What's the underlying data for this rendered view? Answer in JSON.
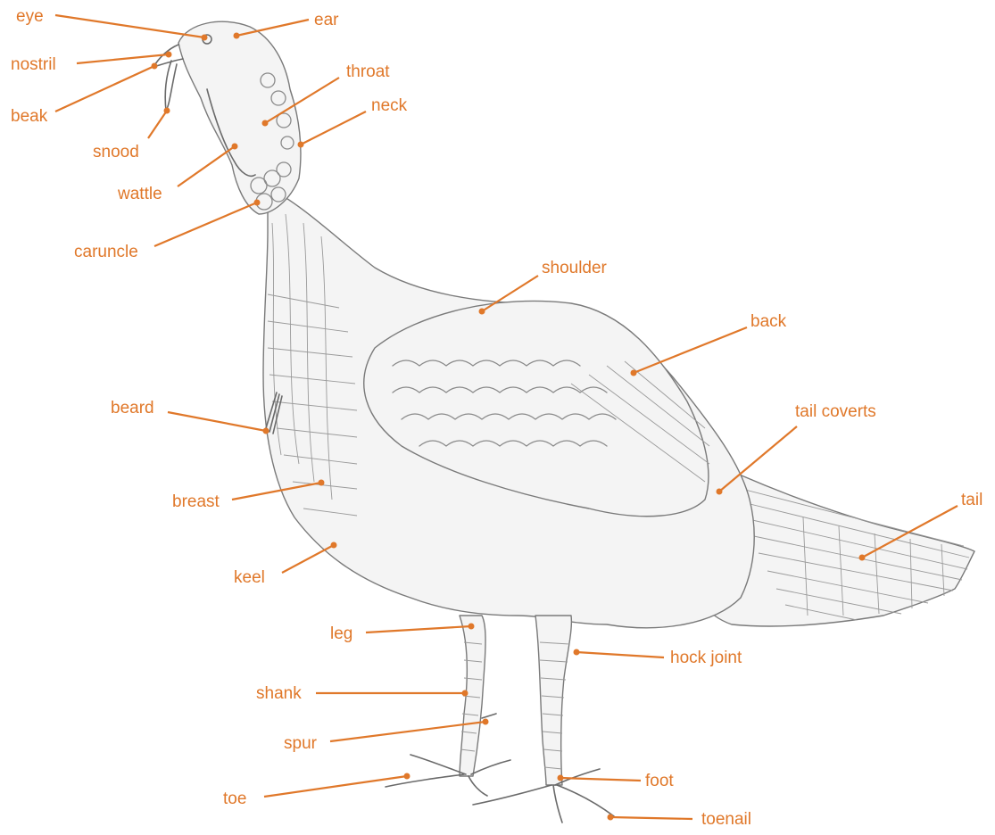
{
  "diagram": {
    "accent_color": "#E0782A",
    "parts": [
      {
        "id": "eye",
        "label": "eye"
      },
      {
        "id": "ear",
        "label": "ear"
      },
      {
        "id": "nostril",
        "label": "nostril"
      },
      {
        "id": "beak",
        "label": "beak"
      },
      {
        "id": "snood",
        "label": "snood"
      },
      {
        "id": "throat",
        "label": "throat"
      },
      {
        "id": "neck",
        "label": "neck"
      },
      {
        "id": "wattle",
        "label": "wattle"
      },
      {
        "id": "caruncle",
        "label": "caruncle"
      },
      {
        "id": "shoulder",
        "label": "shoulder"
      },
      {
        "id": "back",
        "label": "back"
      },
      {
        "id": "beard",
        "label": "beard"
      },
      {
        "id": "tail_coverts",
        "label": "tail coverts"
      },
      {
        "id": "breast",
        "label": "breast"
      },
      {
        "id": "tail",
        "label": "tail"
      },
      {
        "id": "keel",
        "label": "keel"
      },
      {
        "id": "leg",
        "label": "leg"
      },
      {
        "id": "hock_joint",
        "label": "hock joint"
      },
      {
        "id": "shank",
        "label": "shank"
      },
      {
        "id": "spur",
        "label": "spur"
      },
      {
        "id": "foot",
        "label": "foot"
      },
      {
        "id": "toe",
        "label": "toe"
      },
      {
        "id": "toenail",
        "label": "toenail"
      }
    ]
  }
}
